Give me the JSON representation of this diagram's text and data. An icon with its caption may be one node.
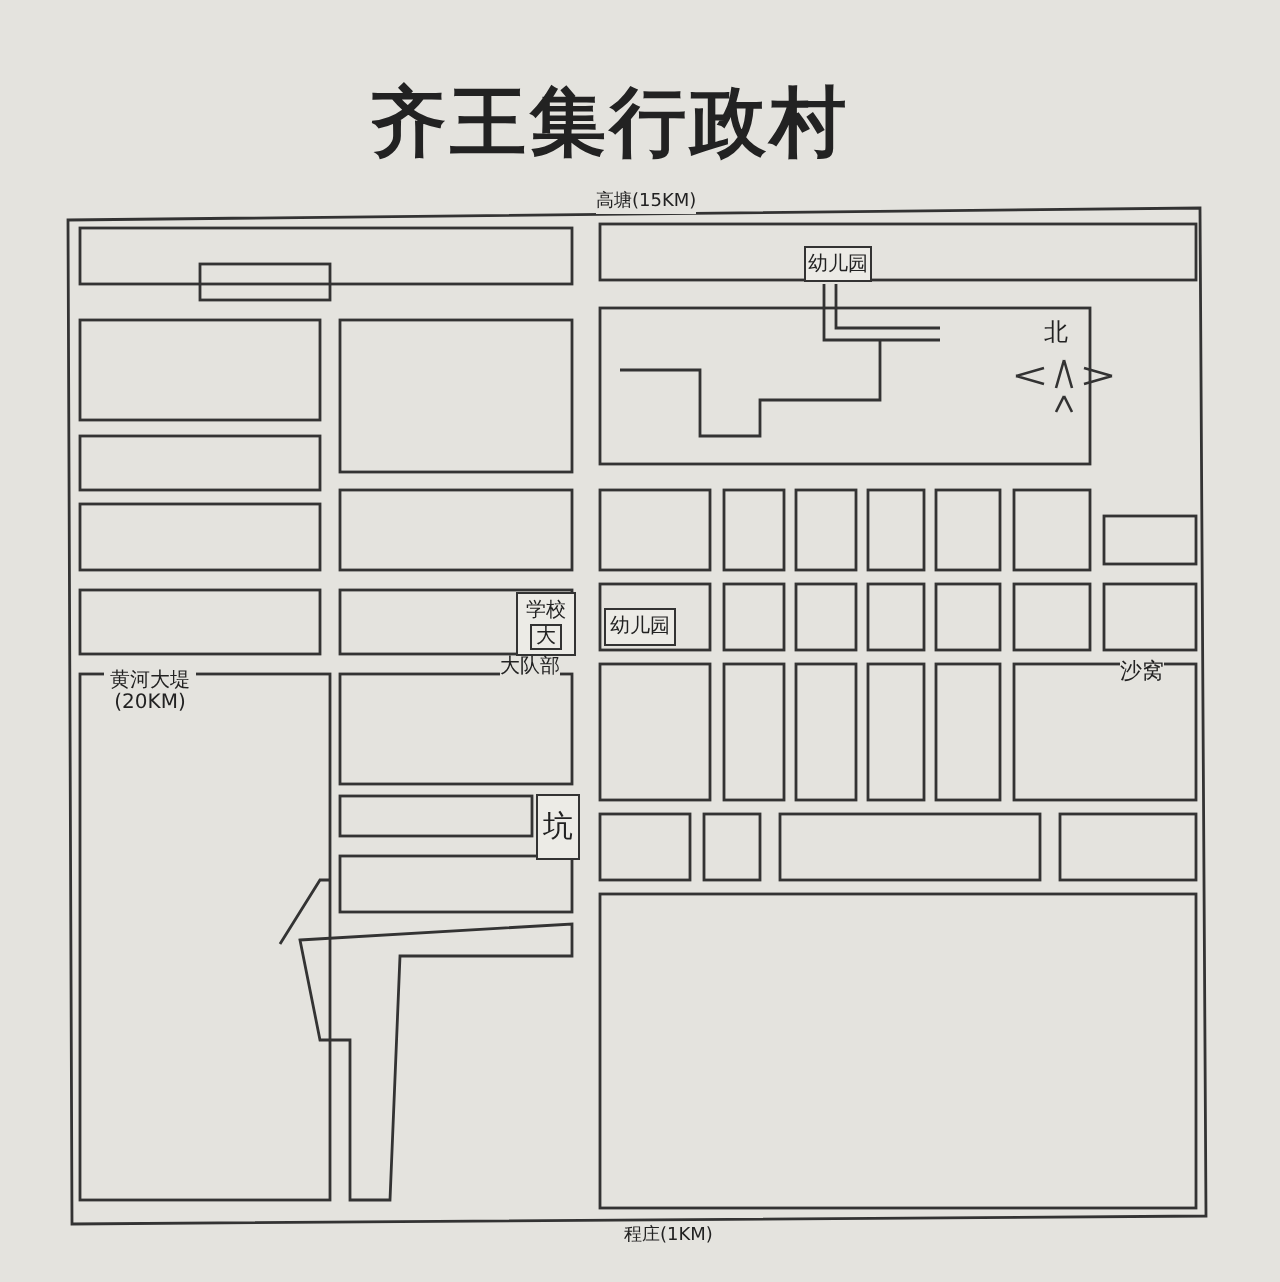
{
  "diagram": {
    "title": "齐王集行政村",
    "nodes": [
      {
        "text": [
          "幼儿园"
        ]
      },
      {
        "text": [
          "学校",
          "大"
        ]
      },
      {
        "text": [
          "幼儿园"
        ]
      },
      {
        "text": [
          "坑"
        ]
      }
    ],
    "edges": [],
    "labels": [
      "高塘(15KM)",
      "北",
      "大队部",
      "黄河大堤(20KM)",
      "沙窝",
      "程庄(1KM)"
    ]
  }
}
